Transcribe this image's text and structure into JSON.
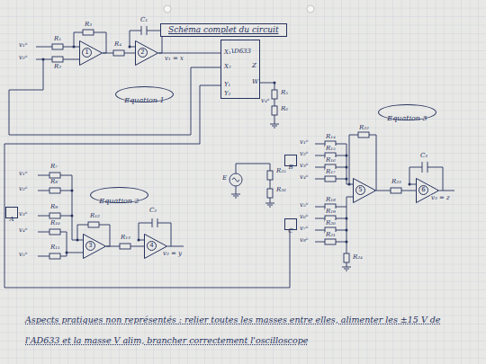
{
  "diagram": {
    "title": "Schéma complet du circuit",
    "caption": "Aspects pratiques non représentés : relier toutes les masses entre elles, alimenter les ±15 V de l'AD633 et la masse V alim, brancher correctement l'oscilloscope",
    "nodes": [
      {
        "text": [
          "1"
        ]
      },
      {
        "text": [
          "2"
        ]
      },
      {
        "text": [
          "AD633"
        ]
      },
      {
        "text": [
          "Equation 1"
        ]
      },
      {
        "text": [
          "Equation 3"
        ]
      },
      {
        "text": [
          "B"
        ]
      },
      {
        "text": [
          "Equation 2"
        ]
      },
      {
        "text": [
          "5"
        ]
      },
      {
        "text": [
          "6"
        ]
      },
      {
        "text": [
          "A"
        ]
      },
      {
        "text": [
          "C"
        ]
      },
      {
        "text": [
          "3"
        ]
      },
      {
        "text": [
          "4"
        ]
      }
    ],
    "edges": [
      {
        "from": 0,
        "to": 1,
        "arrow": "none"
      },
      {
        "from": 1,
        "to": 2,
        "arrow": "none"
      },
      {
        "from": 11,
        "to": 12,
        "arrow": "none"
      },
      {
        "from": 7,
        "to": 8,
        "arrow": "none"
      }
    ],
    "labels": [
      "v₁ᵘ",
      "v₂ᵘ",
      "R₁",
      "R₂",
      "R₃",
      "R₄",
      "C₁",
      "v₁ = x",
      "X₁",
      "X₂",
      "Y₁",
      "Y₂",
      "Z",
      "W",
      "R₅",
      "v₄ᵘ",
      "R₆",
      "v₁ᵘ",
      "v₂ᵘ",
      "v₃ᵘ",
      "v₄ᵘ",
      "v₅ᵘ",
      "R₇",
      "R₈",
      "R₉",
      "R₁₀",
      "R₁₁",
      "R₁₂",
      "R₁₃",
      "C₂",
      "v₂ = y",
      "v₁ᵘ",
      "v₂ᵘ",
      "v₃ᵘ",
      "v₄ᵘ",
      "R₁₄",
      "R₁₅",
      "R₁₆",
      "R₁₇",
      "v₅ᵘ",
      "v₆ᵘ",
      "v₇ᵘ",
      "v₈ᵘ",
      "R₁₈",
      "R₁₉",
      "R₂₀",
      "R₂₁",
      "R₂₂",
      "R₂₃",
      "C₃",
      "v₃ = z",
      "R₂₄",
      "E",
      "R₂₅",
      "R₂₆"
    ]
  }
}
